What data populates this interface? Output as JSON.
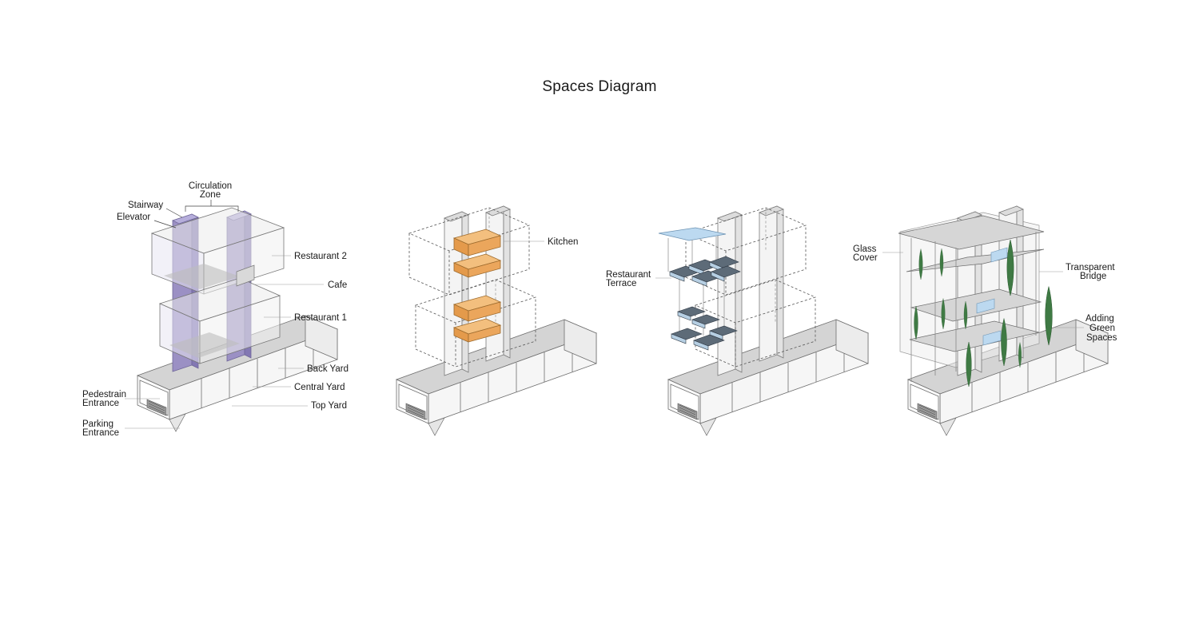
{
  "title": "Spaces Diagram",
  "colors": {
    "circulation": "#9b90c4",
    "kitchen": "#e9a75a",
    "terrace": "#5d6b78",
    "glass": "#bcd9f0",
    "green": "#3f7a44",
    "shell": "#f2f2f2",
    "shell_dark": "#c9c9c9"
  },
  "diagrams": [
    {
      "id": "circulation",
      "labels": {
        "circulation_line1": "Circulation",
        "circulation_line2": "Zone",
        "stairway": "Stairway",
        "elevator": "Elevator",
        "restaurant2": "Restaurant 2",
        "cafe": "Cafe",
        "restaurant1": "Restaurant 1",
        "back_yard": "Back Yard",
        "central_yard": "Central Yard",
        "top_yard": "Top Yard",
        "pedestrian_line1": "Pedestrain",
        "pedestrian_line2": "Entrance",
        "parking_line1": "Parking",
        "parking_line2": "Entrance"
      }
    },
    {
      "id": "kitchen",
      "labels": {
        "kitchen": "Kitchen"
      }
    },
    {
      "id": "terrace",
      "labels": {
        "terrace_line1": "Restaurant",
        "terrace_line2": "Terrace"
      }
    },
    {
      "id": "green",
      "labels": {
        "glass_line1": "Glass",
        "glass_line2": "Cover",
        "bridge_line1": "Transparent",
        "bridge_line2": "Bridge",
        "green_line1": "Adding",
        "green_line2": "Green",
        "green_line3": "Spaces"
      }
    }
  ]
}
